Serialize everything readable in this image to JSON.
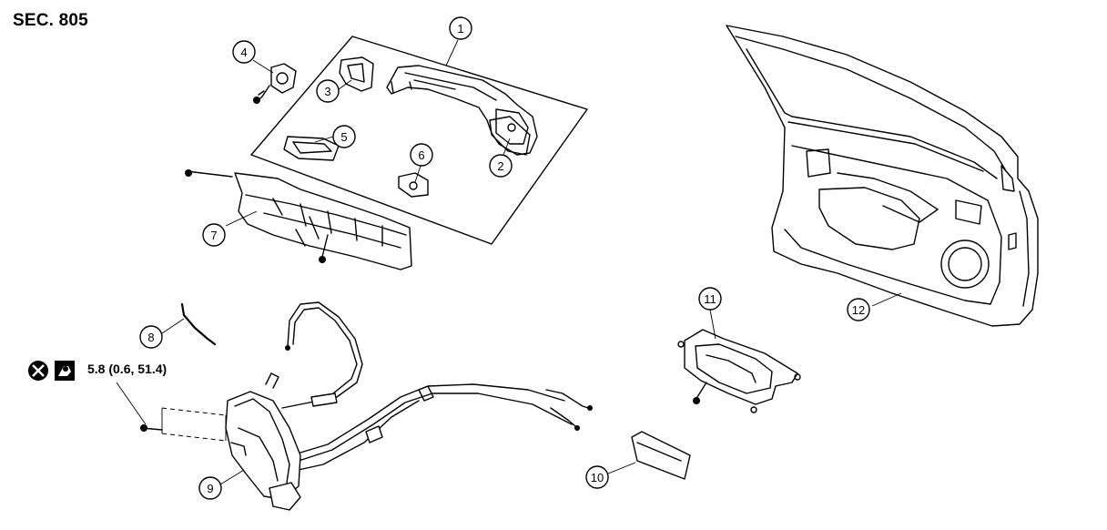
{
  "diagram": {
    "section_label": "SEC. 805",
    "torque_spec": "5.8 (0.6, 51.4)",
    "symbols": {
      "do_not_reuse": "x-circle-icon",
      "torque_wrench": "torque-wrench-icon"
    },
    "callouts": [
      {
        "id": "c1",
        "label": "1"
      },
      {
        "id": "c2",
        "label": "2"
      },
      {
        "id": "c3",
        "label": "3"
      },
      {
        "id": "c4",
        "label": "4"
      },
      {
        "id": "c5",
        "label": "5"
      },
      {
        "id": "c6",
        "label": "6"
      },
      {
        "id": "c7",
        "label": "7"
      },
      {
        "id": "c8",
        "label": "8"
      },
      {
        "id": "c9",
        "label": "9"
      },
      {
        "id": "c10",
        "label": "10"
      },
      {
        "id": "c11",
        "label": "11"
      },
      {
        "id": "c12",
        "label": "12"
      }
    ]
  }
}
